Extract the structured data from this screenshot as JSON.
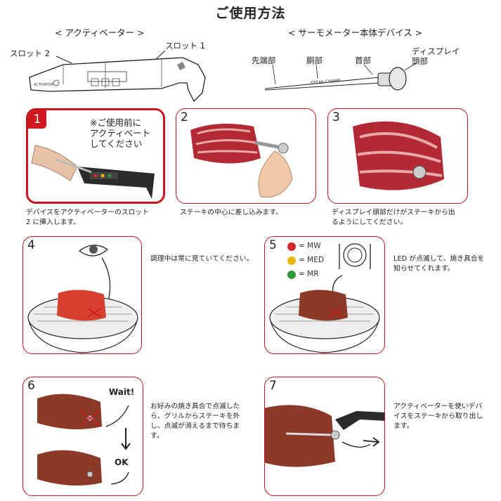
{
  "page_title": "ご使用方法",
  "activator": {
    "heading": "< アクティベーター >",
    "slot2": "スロット 2",
    "slot1": "スロット 1",
    "body_text": "ACTIVATOR"
  },
  "thermometer": {
    "heading": "< サーモメーター本体デバイス >",
    "tip": "先端部",
    "body": "胴部",
    "neck": "首部",
    "display_head": "ディスプレイ\n頭部",
    "brand": "STEAK CHAMP"
  },
  "steps": [
    {
      "num": "1",
      "note": "※ご使用前に\nアクティベート\nしてください",
      "caption": "デバイスをアクティベーターのスロット\n2 に挿入します。"
    },
    {
      "num": "2",
      "caption": "ステーキの中心に差し込みます。"
    },
    {
      "num": "3",
      "caption": "ディスプレイ頭部だけがステーキから出\nるようにしてください。"
    },
    {
      "num": "4",
      "caption": "調理中は常に見ていてください。"
    },
    {
      "num": "5",
      "caption": "LED が点滅して、焼き具合を\n知らせてくれます。"
    },
    {
      "num": "6",
      "wait": "Wait!",
      "ok": "OK",
      "caption": "お好みの焼き具合で点滅した\nら、グリルからステーキを外\nし、点滅が消えるまで待ちま\nす。"
    },
    {
      "num": "7",
      "caption": "アクティベーターを使いデバ\nイスをステーキから取り出し\nます。"
    }
  ],
  "led_legend": [
    {
      "label": "= MW",
      "color": "#d8232a"
    },
    {
      "label": "= MED",
      "color": "#e6b800"
    },
    {
      "label": "= MR",
      "color": "#2e9a3a"
    }
  ]
}
